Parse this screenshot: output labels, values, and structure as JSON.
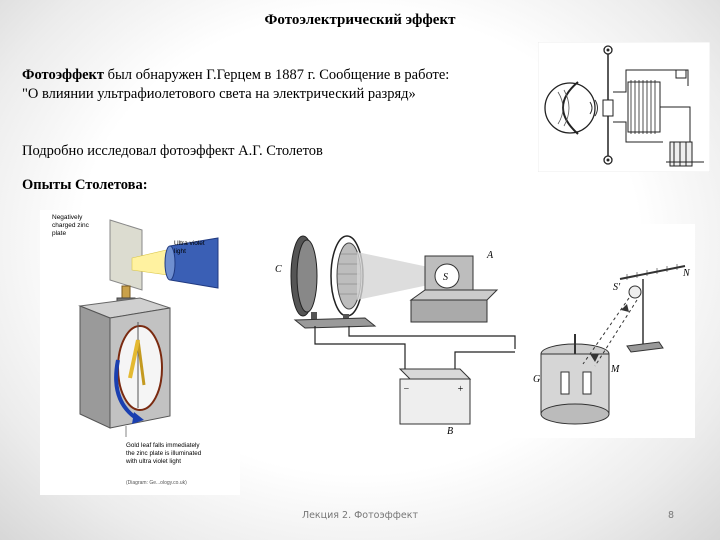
{
  "slide": {
    "title": "Фотоэлектрический эффект",
    "intro_bold": "Фотоэффект",
    "intro_rest": " был обнаружен Г.Герцем в 1887 г. Сообщение в работе:",
    "quote": "\"О влиянии ультрафиолетового света на электрический разряд»",
    "stoletov_line": "Подробно исследовал фотоэффект А.Г. Столетов",
    "section_heading": "Опыты Столетова:",
    "footer": "Лекция 2. Фотоэффект",
    "page_number": "8"
  },
  "figure_left": {
    "label_plate": [
      "Negatively",
      "charged zinc",
      "plate"
    ],
    "label_uv": [
      "Ultra violet",
      "light"
    ],
    "caption": [
      "Gold leaf falls immediately",
      "the zinc plate is illuminated",
      "with ultra violet light"
    ],
    "credit": "(Diagram: Ge...ology.co.uk)"
  },
  "figure_right": {
    "label_C": "C",
    "label_A": "A",
    "label_S": "S",
    "label_N": "N",
    "label_S2": "S'",
    "label_M": "M",
    "label_G": "G",
    "label_B": "B",
    "label_minus": "−",
    "label_plus": "+"
  }
}
